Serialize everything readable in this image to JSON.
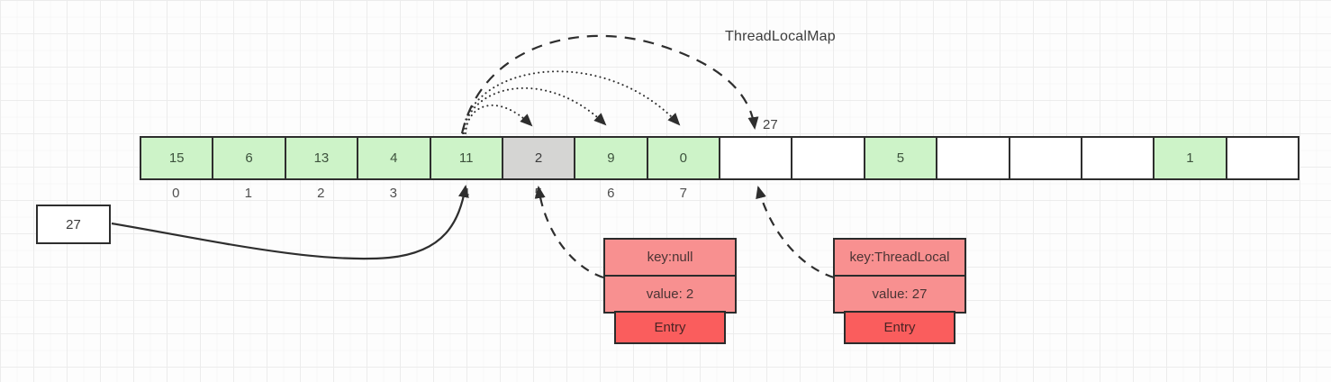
{
  "title": "ThreadLocalMap",
  "array": {
    "cells": [
      {
        "value": "15",
        "type": "green"
      },
      {
        "value": "6",
        "type": "green"
      },
      {
        "value": "13",
        "type": "green"
      },
      {
        "value": "4",
        "type": "green"
      },
      {
        "value": "11",
        "type": "green"
      },
      {
        "value": "2",
        "type": "gray"
      },
      {
        "value": "9",
        "type": "green"
      },
      {
        "value": "0",
        "type": "green"
      },
      {
        "value": "",
        "type": "empty"
      },
      {
        "value": "",
        "type": "empty"
      },
      {
        "value": "5",
        "type": "green"
      },
      {
        "value": "",
        "type": "empty"
      },
      {
        "value": "",
        "type": "empty"
      },
      {
        "value": "",
        "type": "empty"
      },
      {
        "value": "1",
        "type": "green"
      },
      {
        "value": "",
        "type": "empty"
      }
    ],
    "index_labels": [
      "0",
      "1",
      "2",
      "3",
      "4",
      "5",
      "6",
      "7"
    ]
  },
  "annotations": {
    "probe_target_hash_label": "27",
    "incoming_value_box": "27"
  },
  "entry_cards": [
    {
      "key_label": "key:null",
      "value_label": "value: 2",
      "tag": "Entry"
    },
    {
      "key_label": "key:ThreadLocal",
      "value_label": "value: 27",
      "tag": "Entry"
    }
  ],
  "colors": {
    "cell_green": "#cdf3c8",
    "cell_gray": "#d5d5d3",
    "cell_empty": "#ffffff",
    "entry_row": "#f89090",
    "entry_tag": "#fa5d5d",
    "stroke": "#2e2e2e"
  }
}
